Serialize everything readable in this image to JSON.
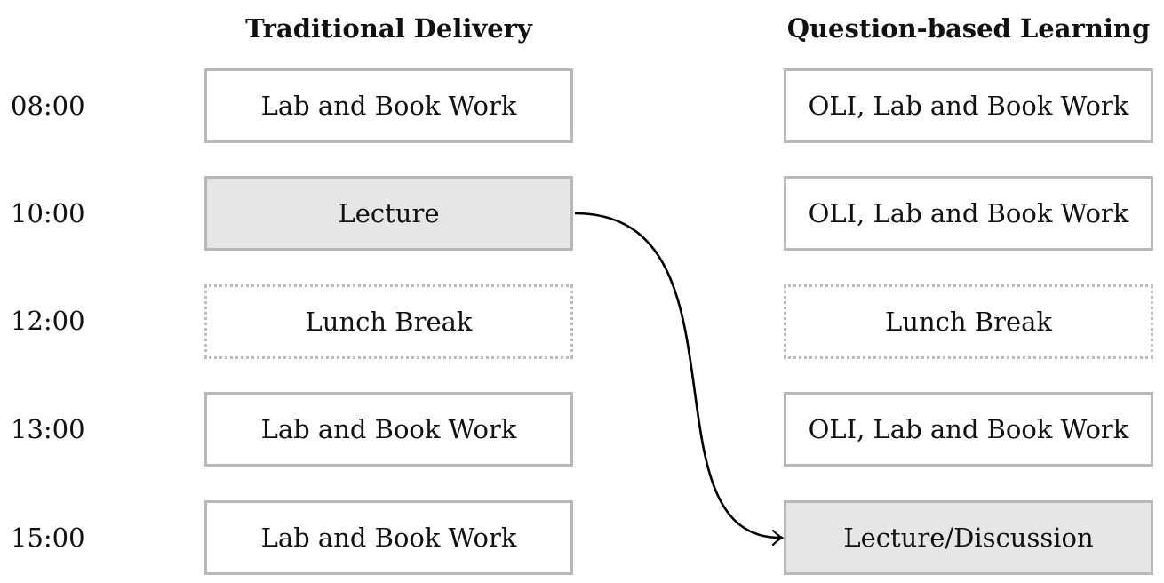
{
  "headers": {
    "traditional": "Traditional Delivery",
    "qbl": "Question-based Learning"
  },
  "times": [
    "08:00",
    "10:00",
    "12:00",
    "13:00",
    "15:00"
  ],
  "traditional": [
    "Lab and Book Work",
    "Lecture",
    "Lunch Break",
    "Lab and Book Work",
    "Lab and Book Work"
  ],
  "qbl": [
    "OLI, Lab and Book Work",
    "OLI, Lab and Book Work",
    "Lunch Break",
    "OLI, Lab and Book Work",
    "Lecture/Discussion"
  ],
  "styles": {
    "box_border": "#b8b8b8",
    "shaded_fill": "#e6e6e6",
    "arrow": "#000000"
  }
}
